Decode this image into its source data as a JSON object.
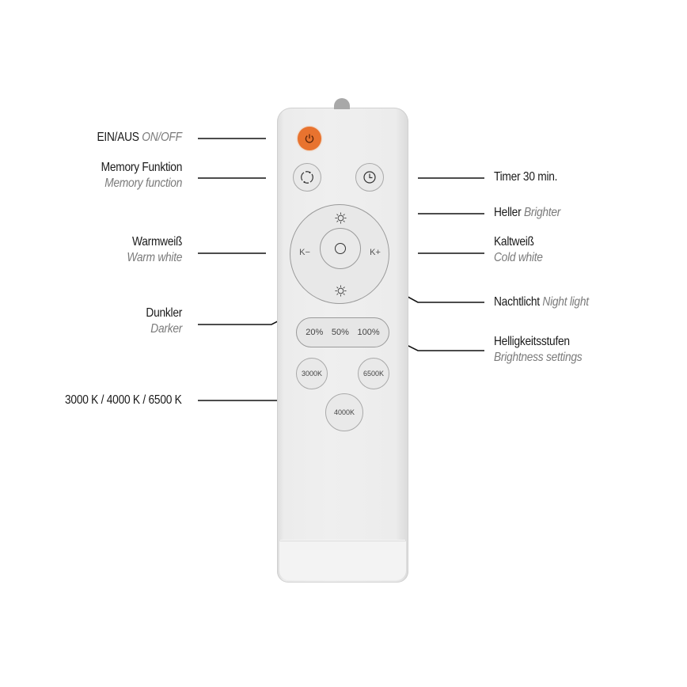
{
  "remote": {
    "buttons": {
      "power": {
        "icon": "power-icon"
      },
      "memory": {
        "icon": "cycle-icon"
      },
      "timer": {
        "icon": "clock-icon"
      },
      "dial": {
        "top_icon": "sun-icon",
        "bottom_icon": "sun-icon",
        "left_label": "K−",
        "right_label": "K+",
        "center_icon": "moon-icon"
      },
      "brightness": [
        "20%",
        "50%",
        "100%"
      ],
      "color_temps": {
        "k3000": "3000K",
        "k6500": "6500K",
        "k4000": "4000K"
      }
    },
    "colors": {
      "power_button": "#e8732f",
      "body": "#ececec"
    }
  },
  "callouts": {
    "left": [
      {
        "de": "EIN/AUS",
        "en": "ON/OFF"
      },
      {
        "de": "Memory Funktion",
        "en": "Memory function"
      },
      {
        "de": "Warmweiß",
        "en": "Warm white"
      },
      {
        "de": "Dunkler",
        "en": "Darker"
      },
      {
        "de": "3000 K / 4000 K / 6500 K",
        "en": ""
      }
    ],
    "right": [
      {
        "de": "Timer 30 min.",
        "en": ""
      },
      {
        "de": "Heller",
        "en": "Brighter"
      },
      {
        "de": "Kaltweiß",
        "en": "Cold white"
      },
      {
        "de": "Nachtlicht",
        "en": "Night light"
      },
      {
        "de": "Helligkeitsstufen",
        "en": "Brightness settings"
      }
    ]
  }
}
